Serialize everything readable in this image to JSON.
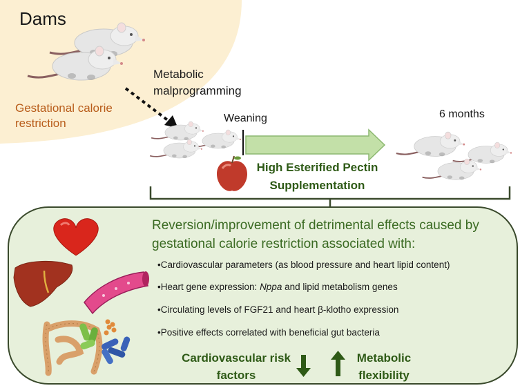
{
  "dams": {
    "title": "Dams",
    "caption": "Gestational calorie restriction"
  },
  "arrow_label": "Metabolic malprogramming",
  "timeline": {
    "weaning_label": "Weaning",
    "end_label": "6 months",
    "intervention": "High Esterified Pectin Supplementation"
  },
  "effects": {
    "heading": "Reversion/improvement of detrimental effects caused by gestational calorie restriction associated with:",
    "items": [
      {
        "before": "•Cardiovascular parameters (as blood pressure and heart lipid content)",
        "italic": "",
        "after": ""
      },
      {
        "before": "•Heart gene expression: ",
        "italic": "Nppa",
        "after": " and lipid metabolism genes"
      },
      {
        "before": "•Circulating levels of FGF21 and heart β-klotho expression",
        "italic": "",
        "after": ""
      },
      {
        "before": "•Positive effects correlated with beneficial gut bacteria",
        "italic": "",
        "after": ""
      }
    ]
  },
  "outcomes": {
    "cardio": "Cardiovascular risk factors",
    "cardio_direction": "down",
    "metabolic": "Metabolic flexibility",
    "metabolic_direction": "up"
  },
  "icons": [
    "rat-icon",
    "apple-icon",
    "heart-icon",
    "liver-icon",
    "artery-icon",
    "intestine-icon",
    "bacteria-icon"
  ],
  "colors": {
    "dams_background": "#fcefd2",
    "caption": "#b85c1a",
    "panel_fill": "#e7f0db",
    "panel_border": "#3a4a2c",
    "accent_green": "#2e5a16",
    "timeline_arrow": "#c3e0a8"
  }
}
